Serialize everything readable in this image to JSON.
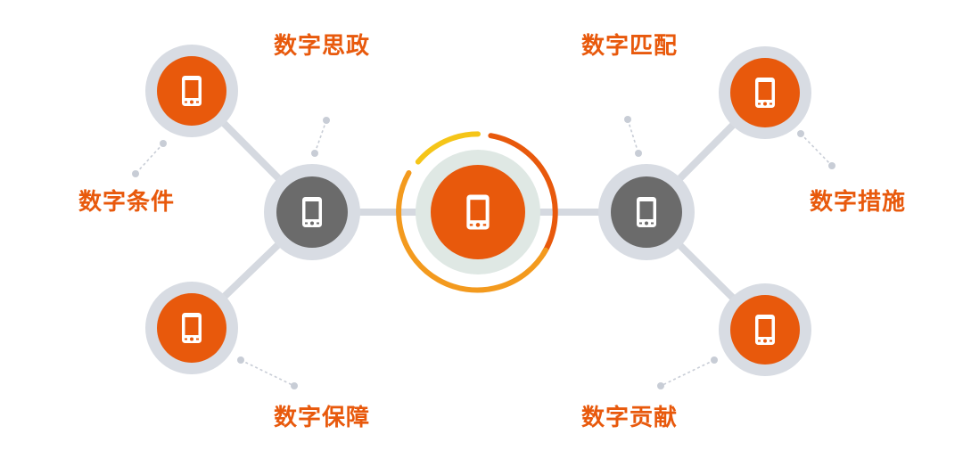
{
  "nodes": {
    "top_left": {
      "label": "数字思政",
      "icon": "mobile-phone-icon",
      "color": "#e8590c"
    },
    "mid_left": {
      "label": "数字条件",
      "icon": "mobile-phone-icon",
      "color": "#e8590c"
    },
    "bottom_left": {
      "label": "数字保障",
      "icon": "mobile-phone-icon",
      "color": "#e8590c"
    },
    "top_right": {
      "label": "数字匹配",
      "icon": "mobile-phone-icon",
      "color": "#e8590c"
    },
    "mid_right": {
      "label": "数字措施",
      "icon": "mobile-phone-icon",
      "color": "#e8590c"
    },
    "bottom_right": {
      "label": "数字贡献",
      "icon": "mobile-phone-icon",
      "color": "#e8590c"
    },
    "left_hub": {
      "icon": "mobile-phone-icon",
      "color": "#6b6b6b"
    },
    "right_hub": {
      "icon": "mobile-phone-icon",
      "color": "#6b6b6b"
    },
    "center": {
      "icon": "mobile-phone-icon",
      "color": "#e8590c"
    }
  },
  "colors": {
    "accent": "#e8590c",
    "accent_light": "#f39a1e",
    "ring_yellow": "#f5c518",
    "hub_gray": "#6b6b6b",
    "halo_gray": "#d8dce3",
    "connector": "#d5d9e0",
    "center_halo": "#dfe8e4"
  }
}
